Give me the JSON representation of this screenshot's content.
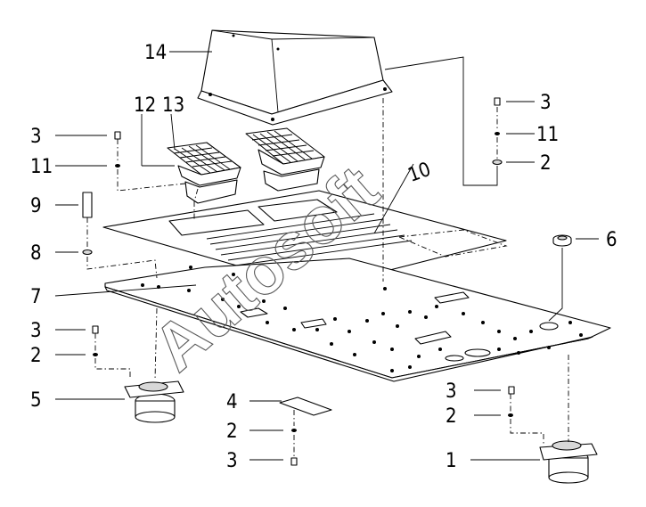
{
  "watermark": "Autosoft",
  "callouts": [
    {
      "id": "c14",
      "label": "14"
    },
    {
      "id": "c12",
      "label": "12"
    },
    {
      "id": "c13",
      "label": "13"
    },
    {
      "id": "c3a",
      "label": "3"
    },
    {
      "id": "c11a",
      "label": "11"
    },
    {
      "id": "c9",
      "label": "9"
    },
    {
      "id": "c8",
      "label": "8"
    },
    {
      "id": "c7",
      "label": "7"
    },
    {
      "id": "c3b",
      "label": "3"
    },
    {
      "id": "c2a",
      "label": "2"
    },
    {
      "id": "c5",
      "label": "5"
    },
    {
      "id": "c4",
      "label": "4"
    },
    {
      "id": "c2b",
      "label": "2"
    },
    {
      "id": "c3c",
      "label": "3"
    },
    {
      "id": "c3d",
      "label": "3"
    },
    {
      "id": "c2c",
      "label": "2"
    },
    {
      "id": "c1",
      "label": "1"
    },
    {
      "id": "c6",
      "label": "6"
    },
    {
      "id": "c3e",
      "label": "3"
    },
    {
      "id": "c11b",
      "label": "11"
    },
    {
      "id": "c2d",
      "label": "2"
    },
    {
      "id": "c10",
      "label": "10"
    }
  ]
}
